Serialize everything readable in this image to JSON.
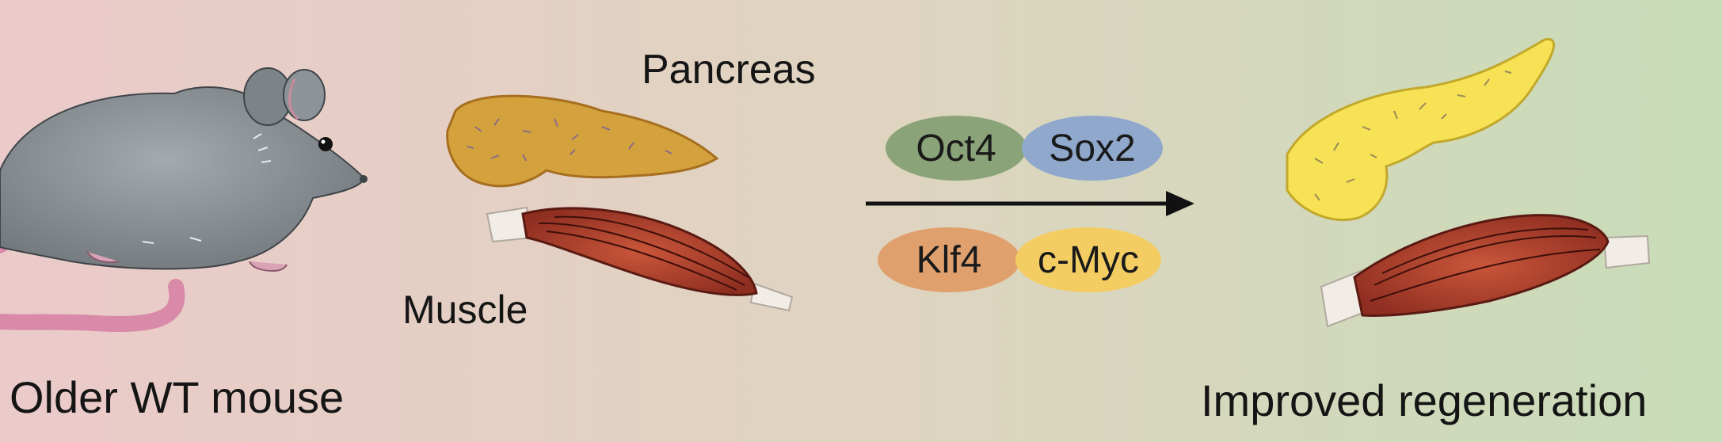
{
  "labels": {
    "mouse": "Older WT mouse",
    "pancreas": "Pancreas",
    "muscle": "Muscle",
    "outcome": "Improved regeneration"
  },
  "factors": [
    {
      "name": "Oct4",
      "color": "#8aa378"
    },
    {
      "name": "Sox2",
      "color": "#8fa8cc"
    },
    {
      "name": "Klf4",
      "color": "#e0a06e"
    },
    {
      "name": "c-Myc",
      "color": "#f3cd62"
    }
  ],
  "colors": {
    "background_left": "#ebcaca",
    "background_right": "#c8dcb8",
    "mouse_body": "#8d9499",
    "mouse_tail": "#d98aa8",
    "pancreas_before": "#d4a23c",
    "pancreas_after": "#f6e254",
    "muscle": "#b0432e",
    "tendon": "#f1ece6",
    "arrow": "#111111"
  }
}
